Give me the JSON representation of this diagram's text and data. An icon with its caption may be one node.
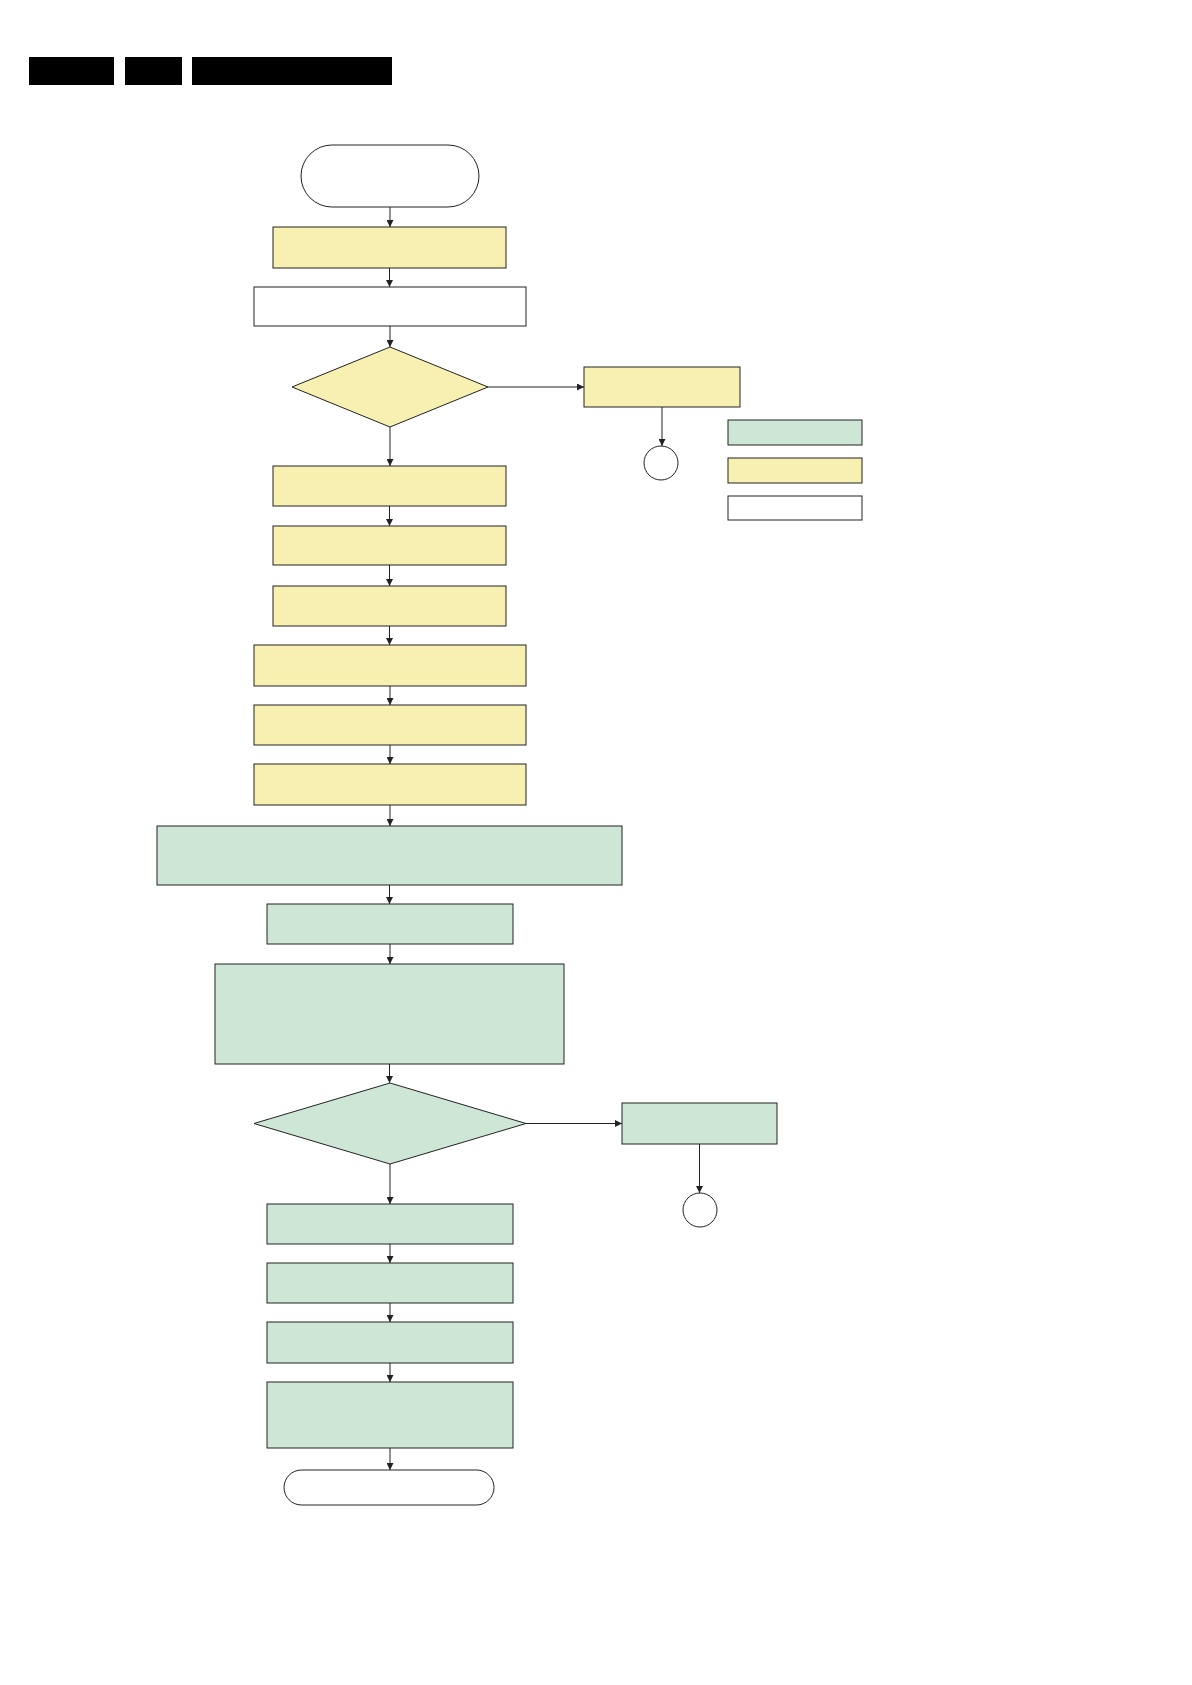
{
  "diagram": {
    "nodes": [
      {
        "text": [],
        "shape": "pill"
      },
      {
        "text": [],
        "shape": "box"
      },
      {
        "text": [],
        "shape": "box"
      },
      {
        "text": [],
        "shape": "diamond"
      },
      {
        "text": [],
        "shape": "box"
      },
      {
        "text": [],
        "shape": "circle"
      },
      {
        "text": [],
        "shape": "box"
      },
      {
        "text": [],
        "shape": "box"
      },
      {
        "text": [],
        "shape": "box"
      },
      {
        "text": [],
        "shape": "box"
      },
      {
        "text": [],
        "shape": "box"
      },
      {
        "text": [],
        "shape": "box"
      },
      {
        "text": [],
        "shape": "box"
      },
      {
        "text": [],
        "shape": "box"
      },
      {
        "text": [],
        "shape": "box"
      },
      {
        "text": [],
        "shape": "box"
      },
      {
        "text": [],
        "shape": "box"
      },
      {
        "text": [],
        "shape": "box"
      },
      {
        "text": [],
        "shape": "diamond"
      },
      {
        "text": [],
        "shape": "box"
      },
      {
        "text": [],
        "shape": "circle"
      },
      {
        "text": [],
        "shape": "box"
      },
      {
        "text": [],
        "shape": "box"
      },
      {
        "text": [],
        "shape": "box"
      },
      {
        "text": [],
        "shape": "box"
      },
      {
        "text": [],
        "shape": "pill"
      }
    ],
    "edges": [
      {
        "from": 0,
        "to": 1,
        "arrow": "to"
      },
      {
        "from": 1,
        "to": 2,
        "arrow": "to"
      },
      {
        "from": 2,
        "to": 3,
        "arrow": "to"
      },
      {
        "from": 3,
        "to": 4,
        "arrow": "to"
      },
      {
        "from": 4,
        "to": 5,
        "arrow": "to"
      },
      {
        "from": 3,
        "to": 9,
        "arrow": "to"
      },
      {
        "from": 9,
        "to": 10,
        "arrow": "to"
      },
      {
        "from": 10,
        "to": 11,
        "arrow": "to"
      },
      {
        "from": 11,
        "to": 12,
        "arrow": "to"
      },
      {
        "from": 12,
        "to": 13,
        "arrow": "to"
      },
      {
        "from": 13,
        "to": 14,
        "arrow": "to"
      },
      {
        "from": 14,
        "to": 15,
        "arrow": "to"
      },
      {
        "from": 15,
        "to": 16,
        "arrow": "to"
      },
      {
        "from": 16,
        "to": 17,
        "arrow": "to"
      },
      {
        "from": 17,
        "to": 18,
        "arrow": "to"
      },
      {
        "from": 18,
        "to": 19,
        "arrow": "to"
      },
      {
        "from": 19,
        "to": 20,
        "arrow": "to"
      },
      {
        "from": 18,
        "to": 21,
        "arrow": "to"
      },
      {
        "from": 21,
        "to": 22,
        "arrow": "to"
      },
      {
        "from": 22,
        "to": 23,
        "arrow": "to"
      },
      {
        "from": 23,
        "to": 24,
        "arrow": "to"
      },
      {
        "from": 24,
        "to": 25,
        "arrow": "to"
      }
    ]
  }
}
